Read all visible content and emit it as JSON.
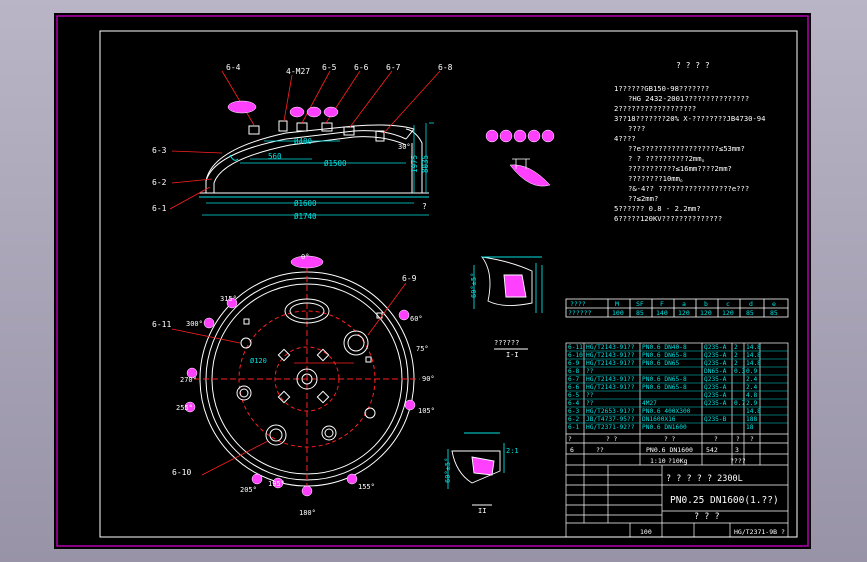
{
  "colors": {
    "background": "#000000",
    "frame": "#c000c0",
    "outline": "#ffffff",
    "dimension": "#00e0e0",
    "leader": "#ff2020",
    "highlight": "#ff40ff"
  },
  "head_view": {
    "labels": [
      "6-4",
      "4-M27",
      "6-5",
      "6-6",
      "6-7",
      "6-8",
      "6-3",
      "6-2",
      "6-1",
      "?"
    ],
    "dims": [
      "Ø480",
      "560",
      "Ø1500",
      "Ø1600",
      "Ø1740",
      "1975",
      "8035",
      "30°"
    ]
  },
  "plan_view": {
    "labels": [
      "6-9",
      "6-11",
      "6-10",
      "Ø120"
    ],
    "angles": [
      "0°",
      "315°",
      "300°",
      "270°",
      "255°",
      "205°",
      "195°",
      "180°",
      "155°",
      "105°",
      "90°",
      "75°",
      "60°"
    ]
  },
  "section_views": {
    "upper_label": "??????",
    "upper_mark": "I-I",
    "lower_mark": "II",
    "dims": [
      "60°±5°",
      "2:1"
    ]
  },
  "notes": {
    "title": "? ? ? ?",
    "lines": [
      "1??????GB150-98???????",
      "?HG 2432-2001???????????????",
      "2??????????????????",
      "3??18???????20% X-????????JB4730-94",
      "???? ",
      "4????",
      "??e??????????????????≤53mm?",
      "? ? ??????????2mm。",
      "???????????≤16mm????2mm?",
      "????????10mm。",
      "?&-4?? ?????????????????e???",
      "??≤2mm?",
      "5?????? 0.8 - 2.2mm?",
      "6?????120KV??????????????"
    ]
  },
  "nozzle_table": {
    "header": [
      "????",
      "M",
      "SF",
      "F",
      "a",
      "b",
      "c",
      "d",
      "e"
    ],
    "row": [
      "??????",
      "100",
      "85",
      "140",
      "120",
      "120",
      "120",
      "85",
      "85"
    ]
  },
  "parts_list": {
    "rows": [
      [
        "6-11",
        "HG/T2143-91??",
        "PN0.6  DN40-8",
        "Q235-A",
        "2",
        "14.8"
      ],
      [
        "6-10",
        "HG/T2143-91??",
        "PN0.6  DN65-8",
        "Q235-A",
        "2",
        "14.8"
      ],
      [
        "6-9",
        "HG/T2143-91??",
        "PN0.6  DN65",
        "Q235-A",
        "2",
        "14.8"
      ],
      [
        "6-8",
        "??",
        "",
        "DN65-A",
        "0.3",
        "0.9"
      ],
      [
        "6-7",
        "HG/T2143-91??",
        "PN0.6  DN65-8",
        "Q235-A",
        "",
        "2.4"
      ],
      [
        "6-6",
        "HG/T2143-91??",
        "PN0.6  DN65-8",
        "Q235-A",
        "",
        "2.4"
      ],
      [
        "6-5",
        "??",
        "",
        "Q235-A",
        "",
        "4.8"
      ],
      [
        "6-4",
        "??",
        "4M27",
        "Q235-A",
        "0.7",
        "2.9"
      ],
      [
        "6-3",
        "HG/T2653-91??",
        "PN0.6  400X300",
        "",
        "",
        "14.8"
      ],
      [
        "6-2",
        "JB/T4737-95??",
        "DN1600X16",
        "Q235-B",
        "",
        "188"
      ],
      [
        "6-1",
        "HG/T2371-92??",
        "PN0.6  DN1600",
        "",
        "",
        "18"
      ]
    ],
    "header": [
      "?",
      "? ?",
      "? ?",
      "?",
      "?",
      "?"
    ],
    "assembly": [
      "6",
      "??",
      "PN0.6  DN1600",
      "542",
      "3",
      ""
    ],
    "title_text": "?  ?  ?  ?  ?  2300L",
    "subtitle_text": "PN0.25    DN1600(1.??)",
    "bottom_text": "?  ?  ?",
    "scale": "1:10",
    "code": "HG/T2371-9B ?",
    "sheet": "100",
    "weight_label": "?10Kg",
    "blank": "????"
  }
}
